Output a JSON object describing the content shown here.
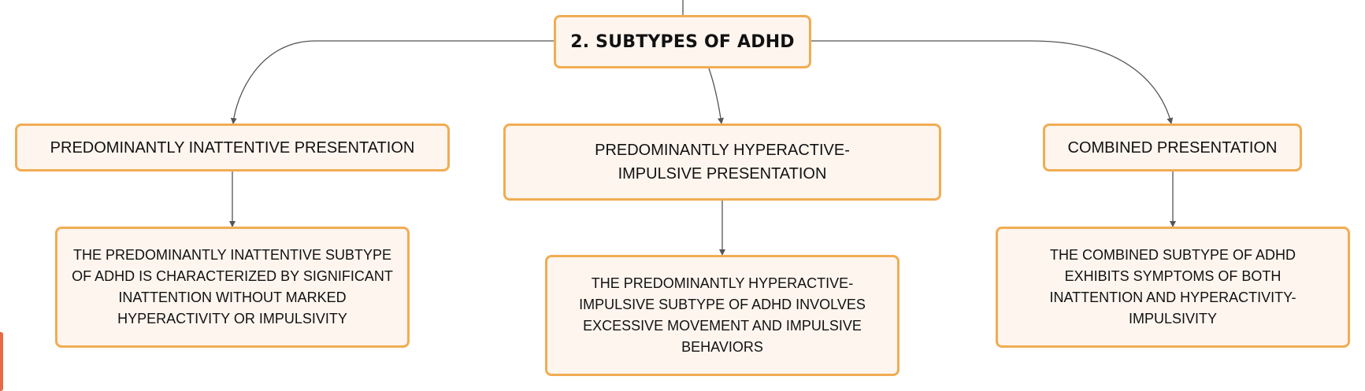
{
  "diagram": {
    "root": {
      "label": "2. SUBTYPES OF ADHD"
    },
    "subtypes": [
      {
        "label": "PREDOMINANTLY INATTENTIVE PRESENTATION",
        "description": "THE PREDOMINANTLY INATTENTIVE SUBTYPE OF ADHD IS CHARACTERIZED BY SIGNIFICANT INATTENTION WITHOUT MARKED HYPERACTIVITY OR IMPULSIVITY"
      },
      {
        "label": "PREDOMINANTLY HYPERACTIVE-IMPULSIVE PRESENTATION",
        "description": "THE PREDOMINANTLY HYPERACTIVE-IMPULSIVE SUBTYPE OF ADHD INVOLVES EXCESSIVE MOVEMENT AND IMPULSIVE BEHAVIORS"
      },
      {
        "label": "COMBINED PRESENTATION",
        "description": "THE COMBINED SUBTYPE OF ADHD EXHIBITS SYMPTOMS OF BOTH INATTENTION AND HYPERACTIVITY-IMPULSIVITY"
      }
    ]
  },
  "colors": {
    "node_border": "#f2ac53",
    "node_fill": "#fdf5ee",
    "connector": "#555555",
    "edge_accent": "#e56a45"
  }
}
